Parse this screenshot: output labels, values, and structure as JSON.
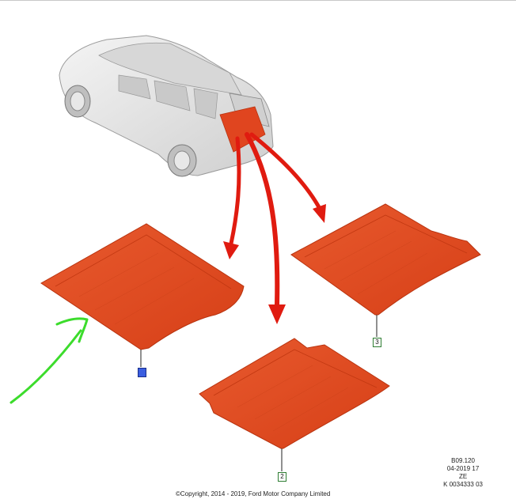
{
  "callouts": {
    "left_mat": "",
    "front_mat": "2",
    "right_mat": "3"
  },
  "meta": {
    "line1": "B09.120",
    "line2": "04-2019 17",
    "line3": "ZE",
    "line4": "K 0034333 03"
  },
  "copyright": "©Copyright, 2014 - 2019, Ford Motor Company Limited",
  "colors": {
    "mat_fill": "#e0451f",
    "mat_dark": "#b8330f",
    "arrow": "#e01b10",
    "annotation": "#3cdc2c",
    "car_body": "#e6e6e6"
  }
}
